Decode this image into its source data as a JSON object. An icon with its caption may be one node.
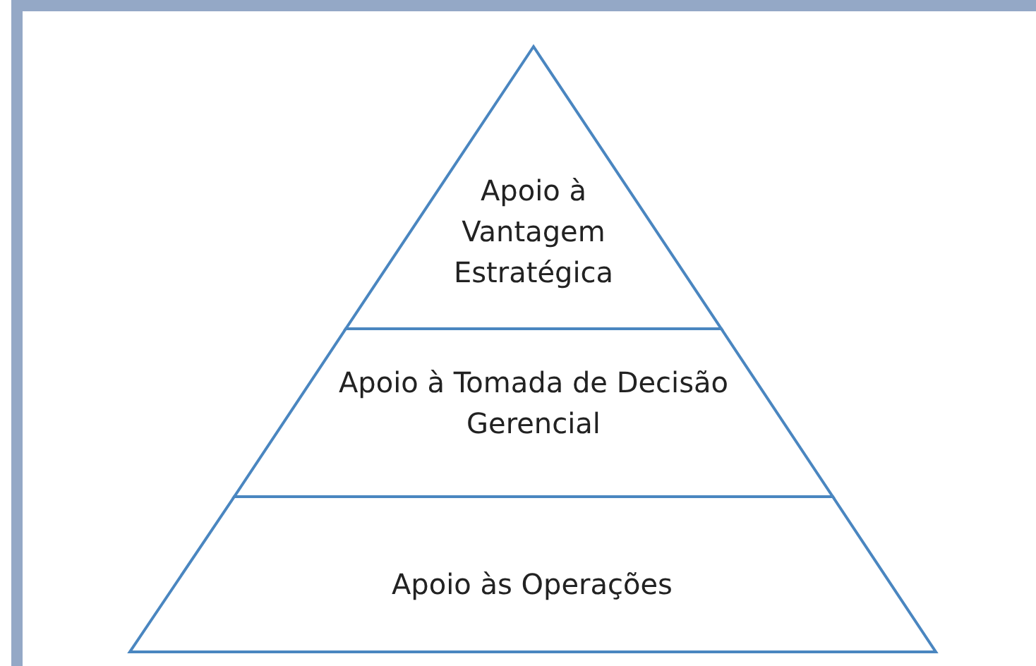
{
  "diagram": {
    "nodes": [
      {
        "text": [
          "Apoio à Vantagem Estratégica"
        ]
      },
      {
        "text": [
          "Apoio à Tomada de Decisão Gerencial"
        ]
      },
      {
        "text": [
          "Apoio às Operações"
        ]
      }
    ]
  }
}
